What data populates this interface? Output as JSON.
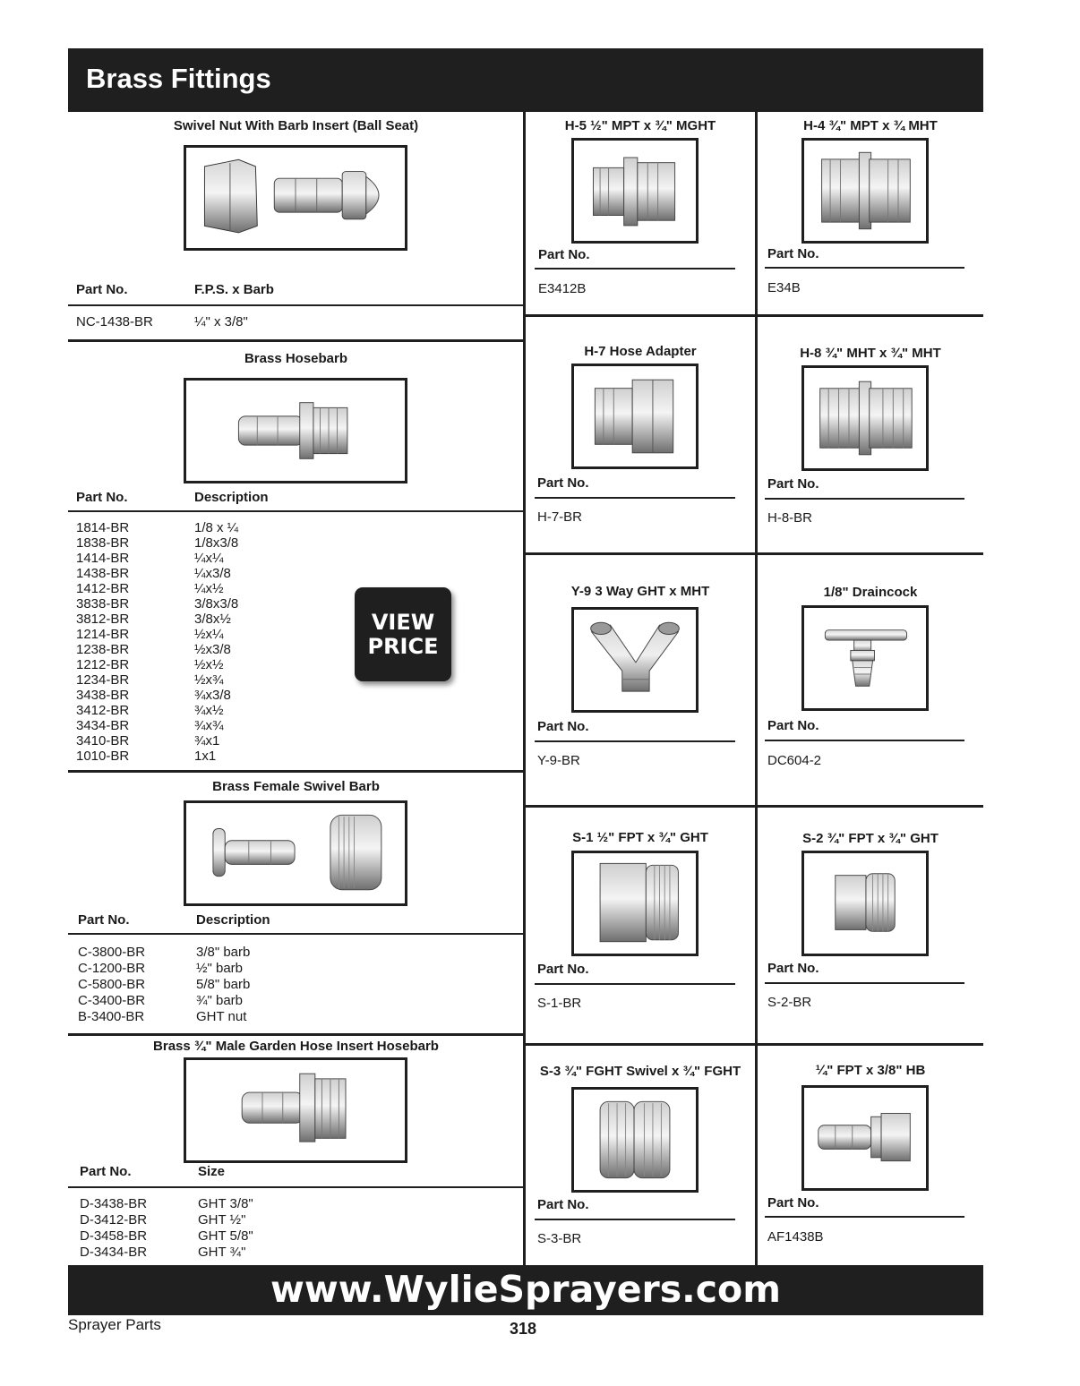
{
  "header": {
    "title": "Brass Fittings"
  },
  "left": {
    "swivel": {
      "title": "Swivel Nut With Barb Insert (Ball Seat)",
      "col1": "Part No.",
      "col2": "F.P.S. x Barb",
      "rows": [
        {
          "part": "NC-1438-BR",
          "desc": "¼\" x 3/8\""
        }
      ]
    },
    "hosebarb": {
      "title": "Brass Hosebarb",
      "col1": "Part No.",
      "col2": "Description",
      "parts": [
        "1814-BR",
        "1838-BR",
        "1414-BR",
        "1438-BR",
        "1412-BR",
        "3838-BR",
        "3812-BR",
        "1214-BR",
        "1238-BR",
        "1212-BR",
        "1234-BR",
        "3438-BR",
        "3412-BR",
        "3434-BR",
        "3410-BR",
        "1010-BR"
      ],
      "descs": [
        "1/8 x ¼",
        "1/8x3/8",
        "¼x¼",
        "¼x3/8",
        "¼x½",
        "3/8x3/8",
        "3/8x½",
        "½x¼",
        "½x3/8",
        "½x½",
        "½x¾",
        "¾x3/8",
        "¾x½",
        "¾x¾",
        "¾x1",
        "1x1"
      ]
    },
    "view_price": {
      "line1": "VIEW",
      "line2": "PRICE"
    },
    "female": {
      "title": "Brass Female Swivel Barb",
      "col1": "Part No.",
      "col2": "Description",
      "parts": [
        "C-3800-BR",
        "C-1200-BR",
        "C-5800-BR",
        "C-3400-BR",
        "B-3400-BR"
      ],
      "descs": [
        "3/8\" barb",
        "½\" barb",
        "5/8\" barb",
        "¾\" barb",
        "GHT nut"
      ]
    },
    "male": {
      "title": "Brass ¾\" Male Garden Hose Insert Hosebarb",
      "col1": "Part No.",
      "col2": "Size",
      "parts": [
        "D-3438-BR",
        "D-3412-BR",
        "D-3458-BR",
        "D-3434-BR"
      ],
      "descs": [
        "GHT 3/8\"",
        "GHT ½\"",
        "GHT 5/8\"",
        "GHT ¾\""
      ]
    }
  },
  "products": [
    {
      "title": "H-5 ½\" MPT x ¾\" MGHT",
      "label": "Part No.",
      "part": "E3412B"
    },
    {
      "title": "H-4 ¾\" MPT x ¾ MHT",
      "label": "Part No.",
      "part": "E34B"
    },
    {
      "title": "H-7 Hose Adapter",
      "label": "Part No.",
      "part": "H-7-BR"
    },
    {
      "title": "H-8 ¾\" MHT x ¾\" MHT",
      "label": "Part No.",
      "part": "H-8-BR"
    },
    {
      "title": "Y-9 3 Way GHT x MHT",
      "label": "Part No.",
      "part": "Y-9-BR"
    },
    {
      "title": "1/8\" Draincock",
      "label": "Part No.",
      "part": "DC604-2"
    },
    {
      "title": "S-1 ½\" FPT x ¾\" GHT",
      "label": "Part No.",
      "part": "S-1-BR"
    },
    {
      "title": "S-2 ¾\" FPT x ¾\" GHT",
      "label": "Part No.",
      "part": "S-2-BR"
    },
    {
      "title": "S-3 ¾\" FGHT Swivel x ¾\" FGHT",
      "label": "Part No.",
      "part": "S-3-BR"
    },
    {
      "title": "¼\" FPT x 3/8\" HB",
      "label": "Part No.",
      "part": "AF1438B"
    }
  ],
  "footer": {
    "url": "www.WylieSprayers.com",
    "section": "Sprayer Parts",
    "page": "318"
  }
}
